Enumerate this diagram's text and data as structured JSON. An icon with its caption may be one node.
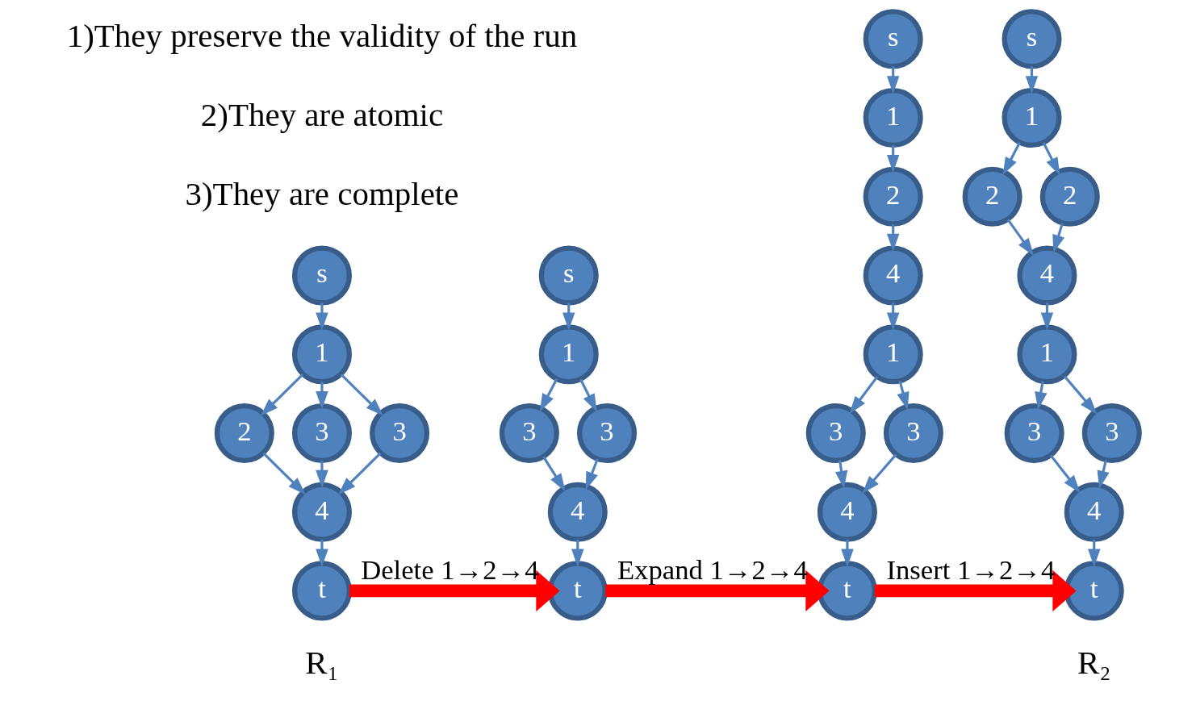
{
  "diagram": {
    "nodes": [
      {
        "text": [
          "s"
        ]
      },
      {
        "text": [
          "1"
        ]
      },
      {
        "text": [
          "2"
        ]
      },
      {
        "text": [
          "3"
        ]
      },
      {
        "text": [
          "3"
        ]
      },
      {
        "text": [
          "4"
        ]
      },
      {
        "text": [
          "t"
        ]
      },
      {
        "text": [
          "s"
        ]
      },
      {
        "text": [
          "1"
        ]
      },
      {
        "text": [
          "3"
        ]
      },
      {
        "text": [
          "3"
        ]
      },
      {
        "text": [
          "4"
        ]
      },
      {
        "text": [
          "t"
        ]
      },
      {
        "text": [
          "s"
        ]
      },
      {
        "text": [
          "1"
        ]
      },
      {
        "text": [
          "2"
        ]
      },
      {
        "text": [
          "4"
        ]
      },
      {
        "text": [
          "1"
        ]
      },
      {
        "text": [
          "3"
        ]
      },
      {
        "text": [
          "3"
        ]
      },
      {
        "text": [
          "4"
        ]
      },
      {
        "text": [
          "t"
        ]
      },
      {
        "text": [
          "s"
        ]
      },
      {
        "text": [
          "1"
        ]
      },
      {
        "text": [
          "2"
        ]
      },
      {
        "text": [
          "2"
        ]
      },
      {
        "text": [
          "4"
        ]
      },
      {
        "text": [
          "1"
        ]
      },
      {
        "text": [
          "3"
        ]
      },
      {
        "text": [
          "3"
        ]
      },
      {
        "text": [
          "4"
        ]
      },
      {
        "text": [
          "t"
        ]
      }
    ],
    "edges": [
      {
        "from": 0,
        "to": 1,
        "arrow": "to"
      },
      {
        "from": 1,
        "to": 2,
        "arrow": "to"
      },
      {
        "from": 1,
        "to": 3,
        "arrow": "to"
      },
      {
        "from": 1,
        "to": 4,
        "arrow": "to"
      },
      {
        "from": 2,
        "to": 5,
        "arrow": "to"
      },
      {
        "from": 3,
        "to": 5,
        "arrow": "to"
      },
      {
        "from": 4,
        "to": 5,
        "arrow": "to"
      },
      {
        "from": 5,
        "to": 6,
        "arrow": "to"
      },
      {
        "from": 7,
        "to": 8,
        "arrow": "to"
      },
      {
        "from": 8,
        "to": 9,
        "arrow": "to"
      },
      {
        "from": 8,
        "to": 10,
        "arrow": "to"
      },
      {
        "from": 9,
        "to": 11,
        "arrow": "to"
      },
      {
        "from": 10,
        "to": 11,
        "arrow": "to"
      },
      {
        "from": 11,
        "to": 12,
        "arrow": "to"
      },
      {
        "from": 13,
        "to": 14,
        "arrow": "to"
      },
      {
        "from": 14,
        "to": 15,
        "arrow": "to"
      },
      {
        "from": 15,
        "to": 16,
        "arrow": "to"
      },
      {
        "from": 16,
        "to": 17,
        "arrow": "to"
      },
      {
        "from": 17,
        "to": 18,
        "arrow": "to"
      },
      {
        "from": 17,
        "to": 19,
        "arrow": "to"
      },
      {
        "from": 18,
        "to": 20,
        "arrow": "to"
      },
      {
        "from": 19,
        "to": 20,
        "arrow": "to"
      },
      {
        "from": 20,
        "to": 21,
        "arrow": "to"
      },
      {
        "from": 22,
        "to": 23,
        "arrow": "to"
      },
      {
        "from": 23,
        "to": 24,
        "arrow": "to"
      },
      {
        "from": 23,
        "to": 25,
        "arrow": "to"
      },
      {
        "from": 24,
        "to": 26,
        "arrow": "to"
      },
      {
        "from": 25,
        "to": 26,
        "arrow": "to"
      },
      {
        "from": 26,
        "to": 27,
        "arrow": "to"
      },
      {
        "from": 27,
        "to": 28,
        "arrow": "to"
      },
      {
        "from": 27,
        "to": 29,
        "arrow": "to"
      },
      {
        "from": 28,
        "to": 30,
        "arrow": "to"
      },
      {
        "from": 29,
        "to": 30,
        "arrow": "to"
      },
      {
        "from": 30,
        "to": 31,
        "arrow": "to"
      },
      {
        "from": 6,
        "to": 12,
        "arrow": "to",
        "label": "Delete 1→2→4",
        "style": "thick",
        "color": "#ff0000"
      },
      {
        "from": 12,
        "to": 21,
        "arrow": "to",
        "label": "Expand 1→2→4",
        "style": "thick",
        "color": "#ff0000"
      },
      {
        "from": 21,
        "to": 31,
        "arrow": "to",
        "label": "Insert 1→2→4",
        "style": "thick",
        "color": "#ff0000"
      }
    ],
    "labels": [
      "1)They preserve the validity of the run",
      "2)They are atomic",
      "3)They are complete",
      "R₁",
      "R₂"
    ]
  }
}
